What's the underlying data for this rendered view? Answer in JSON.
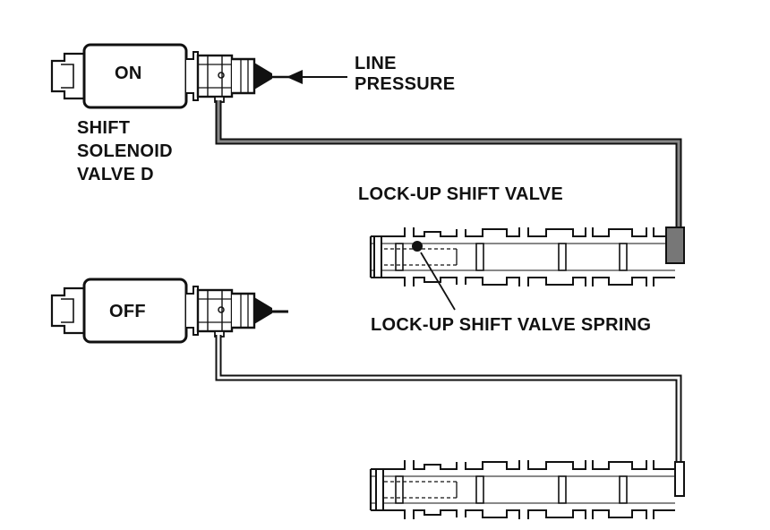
{
  "solenoid_on": {
    "state_label": "ON"
  },
  "solenoid_off": {
    "state_label": "OFF"
  },
  "line_pressure": {
    "line1": "LINE",
    "line2": "PRESSURE"
  },
  "solenoid_name": {
    "line1": "SHIFT",
    "line2": "SOLENOID",
    "line3": "VALVE D"
  },
  "valve_label": "LOCK-UP SHIFT VALVE",
  "spring_label": "LOCK-UP SHIFT VALVE SPRING",
  "colors": {
    "ink": "#111111",
    "shade": "#777777",
    "paper": "#ffffff"
  }
}
